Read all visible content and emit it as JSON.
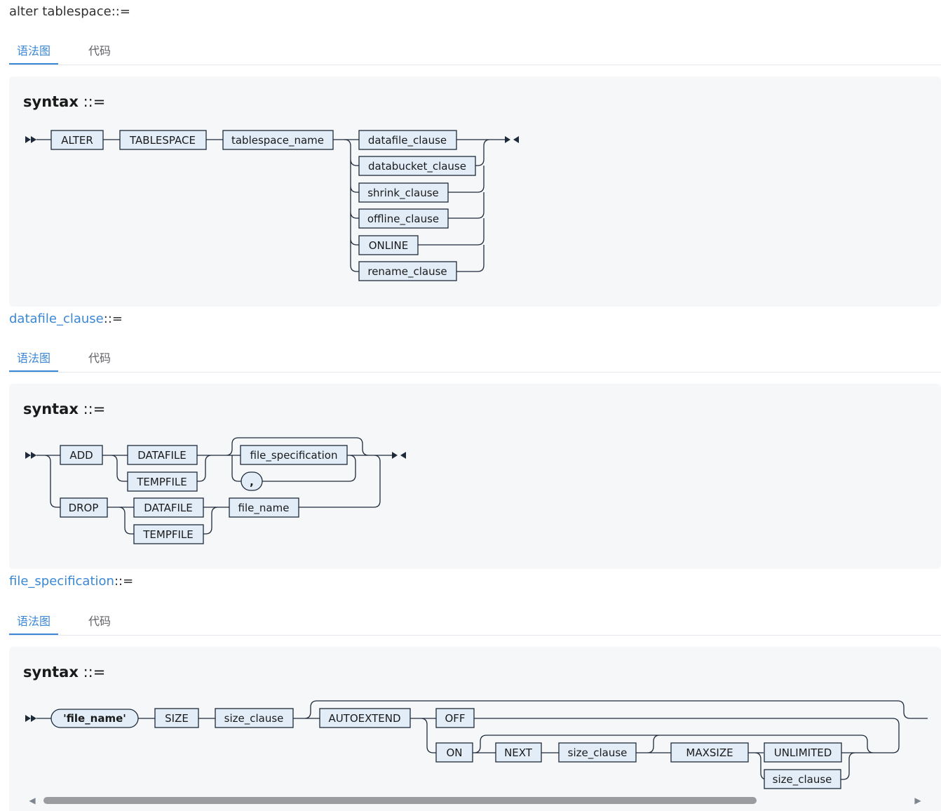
{
  "sections": [
    {
      "title_main": "alter tablespace",
      "title_suffix": "::=",
      "tabs": [
        "语法图",
        "代码"
      ],
      "syntax_keyword": "syntax",
      "syntax_suffix": " ::=",
      "nodes": {
        "alter": "ALTER",
        "tablespace": "TABLESPACE",
        "tablespace_name": "tablespace_name",
        "datafile_clause": "datafile_clause",
        "databucket_clause": "databucket_clause",
        "shrink_clause": "shrink_clause",
        "offline_clause": "offline_clause",
        "online": "ONLINE",
        "rename_clause": "rename_clause"
      }
    },
    {
      "title_main": "datafile_clause",
      "title_suffix": "::=",
      "tabs": [
        "语法图",
        "代码"
      ],
      "syntax_keyword": "syntax",
      "syntax_suffix": " ::=",
      "nodes": {
        "add": "ADD",
        "datafile_1": "DATAFILE",
        "tempfile_1": "TEMPFILE",
        "file_specification": "file_specification",
        "comma": ",",
        "drop": "DROP",
        "datafile_2": "DATAFILE",
        "tempfile_2": "TEMPFILE",
        "file_name": "file_name"
      }
    },
    {
      "title_main": "file_specification",
      "title_suffix": "::=",
      "tabs": [
        "语法图",
        "代码"
      ],
      "syntax_keyword": "syntax",
      "syntax_suffix": " ::=",
      "nodes": {
        "file_name_lit": "'file_name'",
        "size": "SIZE",
        "size_clause_1": "size_clause",
        "autoextend": "AUTOEXTEND",
        "off": "OFF",
        "on": "ON",
        "next": "NEXT",
        "size_clause_2": "size_clause",
        "maxsize": "MAXSIZE",
        "unlimited": "UNLIMITED",
        "size_clause_3": "size_clause"
      }
    }
  ],
  "scrollbar": {
    "left_icon": "scroll-left-icon",
    "right_icon": "scroll-right-icon",
    "thumb_fraction": 0.79
  },
  "colors": {
    "link": "#3a87d6",
    "panel": "#f5f7f9",
    "node_fill": "#e3edf8",
    "track": "#1e2a3a",
    "scroll_thumb": "#9a9ca0"
  }
}
